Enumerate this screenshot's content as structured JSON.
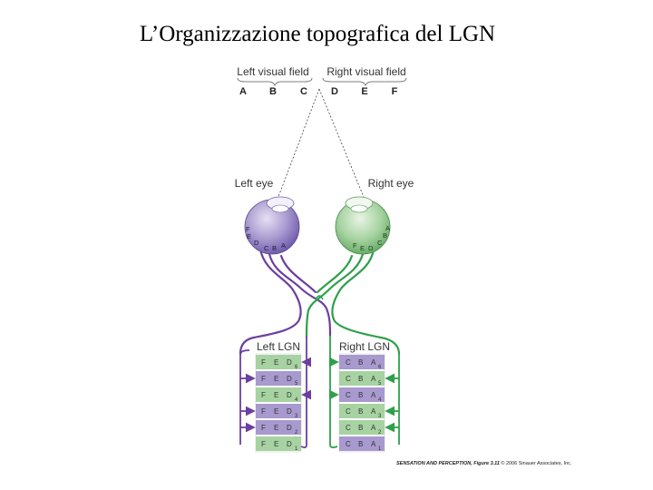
{
  "title": "L’Organizzazione topografica del LGN",
  "visual_field": {
    "left_label": "Left visual field",
    "right_label": "Right visual field",
    "points": [
      "A",
      "B",
      "C",
      "D",
      "E",
      "F"
    ]
  },
  "eyes": {
    "left_label": "Left eye",
    "right_label": "Right eye",
    "left_retina": [
      "F",
      "E",
      "D",
      "C",
      "B",
      "A"
    ],
    "right_retina": [
      "F",
      "E",
      "D",
      "C",
      "B",
      "A"
    ]
  },
  "lgn": {
    "left_label": "Left LGN",
    "right_label": "Right LGN",
    "left_cells": [
      "F",
      "E",
      "D"
    ],
    "right_cells": [
      "C",
      "B",
      "A"
    ],
    "layers": [
      "6",
      "5",
      "4",
      "3",
      "2",
      "1"
    ]
  },
  "credit": {
    "book": "SENSATION AND PERCEPTION, Figure 3.11",
    "rest": "© 2006 Sinauer Associates, Inc."
  },
  "colors": {
    "purple": "#6b3fa0",
    "green": "#2fa04a",
    "purple_fill": "#a899cf",
    "green_fill": "#a7d3a2"
  }
}
